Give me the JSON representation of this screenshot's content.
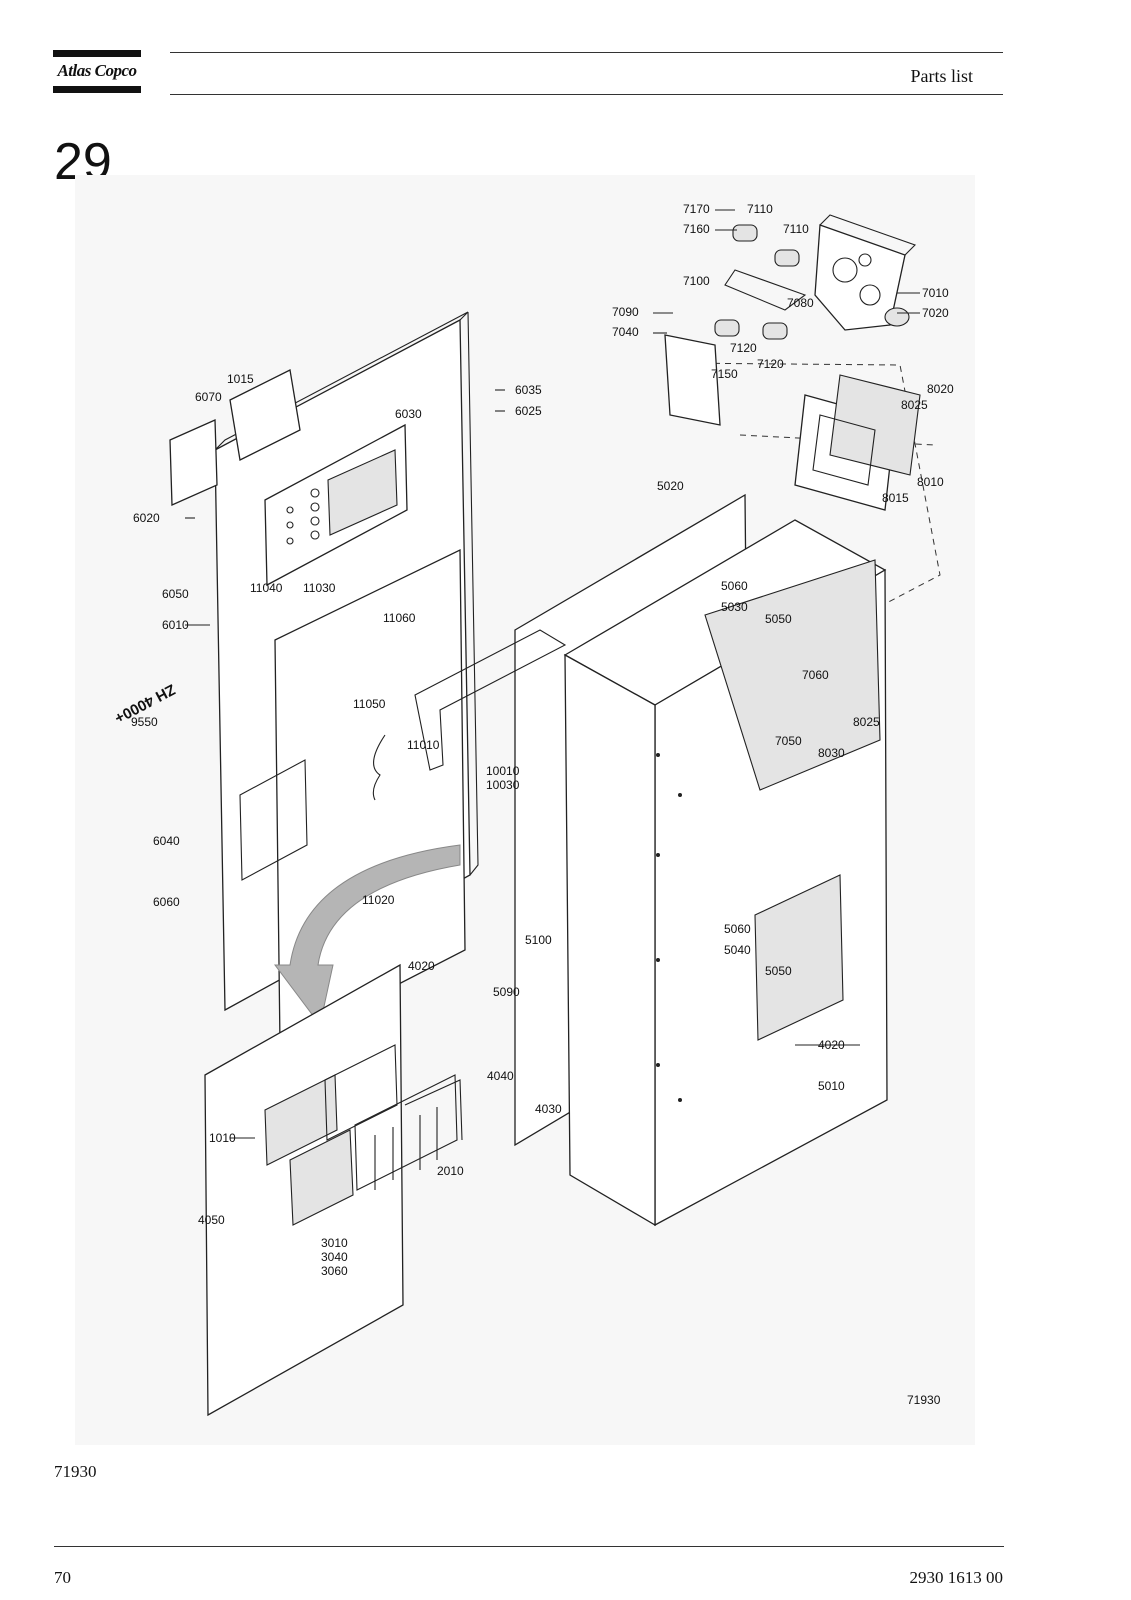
{
  "header": {
    "logo_text": "Atlas Copco",
    "title": "Parts list"
  },
  "section_number": "29",
  "figure": {
    "drawing_code": "71930",
    "marking_text": "ZH 4000+",
    "part_labels": [
      "7170",
      "7110",
      "7160",
      "7110",
      "7100",
      "7090",
      "7040",
      "7080",
      "7010",
      "7020",
      "7120",
      "7120",
      "7150",
      "8020",
      "8025",
      "8010",
      "8015",
      "1015",
      "6070",
      "6035",
      "6030",
      "6025",
      "6020",
      "6050",
      "6010",
      "11040",
      "11030",
      "11060",
      "11050",
      "9550",
      "11010",
      "5020",
      "5060",
      "5030",
      "5050",
      "7060",
      "7050",
      "8025",
      "8030",
      "10010",
      "10030",
      "6040",
      "6060",
      "11020",
      "5100",
      "5090",
      "4020",
      "5060",
      "5040",
      "5050",
      "4020",
      "5010",
      "4040",
      "4030",
      "1010",
      "2010",
      "4050",
      "3010",
      "3040",
      "3060"
    ]
  },
  "footer": {
    "figure_code": "71930",
    "page_number": "70",
    "document_number": "2930 1613 00"
  }
}
